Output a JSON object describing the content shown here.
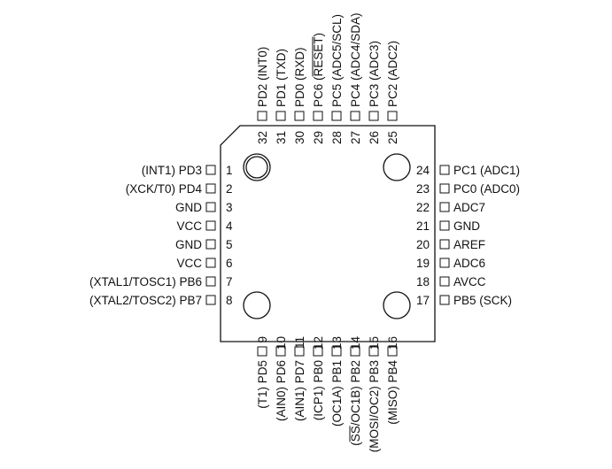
{
  "package": {
    "outline_color": "#111111",
    "background": "#ffffff"
  },
  "pins": {
    "left": [
      {
        "num": "1",
        "label": "(INT1) PD3"
      },
      {
        "num": "2",
        "label": "(XCK/T0) PD4"
      },
      {
        "num": "3",
        "label": "GND"
      },
      {
        "num": "4",
        "label": "VCC"
      },
      {
        "num": "5",
        "label": "GND"
      },
      {
        "num": "6",
        "label": "VCC"
      },
      {
        "num": "7",
        "label": "(XTAL1/TOSC1) PB6"
      },
      {
        "num": "8",
        "label": "(XTAL2/TOSC2) PB7"
      }
    ],
    "bottom": [
      {
        "num": "9",
        "label": "(T1) PD5"
      },
      {
        "num": "10",
        "label": "(AIN0) PD6"
      },
      {
        "num": "11",
        "label": "(AIN1) PD7"
      },
      {
        "num": "12",
        "label": "(ICP1) PB0"
      },
      {
        "num": "13",
        "label": "(OC1A) PB1"
      },
      {
        "num": "14",
        "label": "(SS/OC1B) PB2",
        "overline": "SS"
      },
      {
        "num": "15",
        "label": "(MOSI/OC2) PB3"
      },
      {
        "num": "16",
        "label": "(MISO) PB4"
      }
    ],
    "right": [
      {
        "num": "17",
        "label": "PB5 (SCK)"
      },
      {
        "num": "18",
        "label": "AVCC"
      },
      {
        "num": "19",
        "label": "ADC6"
      },
      {
        "num": "20",
        "label": "AREF"
      },
      {
        "num": "21",
        "label": "GND"
      },
      {
        "num": "22",
        "label": "ADC7"
      },
      {
        "num": "23",
        "label": "PC0 (ADC0)"
      },
      {
        "num": "24",
        "label": "PC1 (ADC1)"
      }
    ],
    "top": [
      {
        "num": "25",
        "label": "PC2 (ADC2)"
      },
      {
        "num": "26",
        "label": "PC3 (ADC3)"
      },
      {
        "num": "27",
        "label": "PC4 (ADC4/SDA)"
      },
      {
        "num": "28",
        "label": "PC5 (ADC5/SCL)"
      },
      {
        "num": "29",
        "label": "PC6 (RESET)",
        "overline": "RESET"
      },
      {
        "num": "30",
        "label": "PD0 (RXD)"
      },
      {
        "num": "31",
        "label": "PD1 (TXD)"
      },
      {
        "num": "32",
        "label": "PD2 (INT0)"
      }
    ]
  }
}
